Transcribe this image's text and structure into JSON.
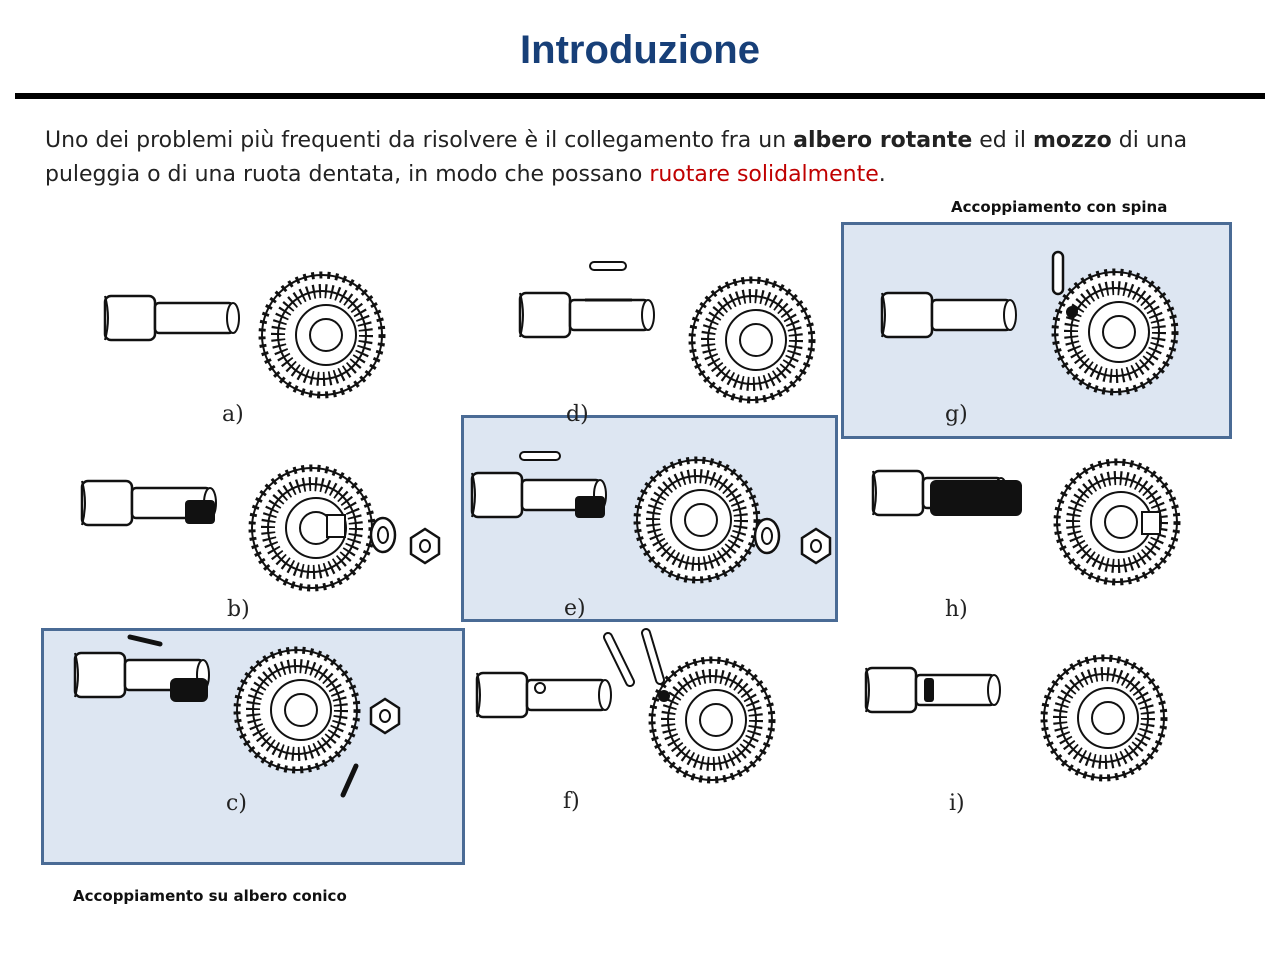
{
  "slide": {
    "title": "Introduzione",
    "intro": {
      "t1": "Uno dei problemi più frequenti da risolvere è il collegamento fra un ",
      "b1": "albero rotante",
      "t2": " ed il ",
      "b2": "mozzo",
      "t3": " di una puleggia o di una ruota dentata, in modo che possano ",
      "red": "ruotare solidalmente",
      "t4": "."
    },
    "captions": {
      "spina": "Accoppiamento con spina",
      "conico": "Accoppiamento su albero conico"
    },
    "figures": [
      {
        "id": "a",
        "label": "a)"
      },
      {
        "id": "b",
        "label": "b)"
      },
      {
        "id": "c",
        "label": "c)"
      },
      {
        "id": "d",
        "label": "d)"
      },
      {
        "id": "e",
        "label": "e)"
      },
      {
        "id": "f",
        "label": "f)"
      },
      {
        "id": "g",
        "label": "g)"
      },
      {
        "id": "h",
        "label": "h)"
      },
      {
        "id": "i",
        "label": "i)"
      }
    ],
    "colors": {
      "title": "#173f78",
      "highlight_fill": "#dde6f2",
      "highlight_border": "#4a6b95",
      "emphasis_red": "#c00000"
    }
  }
}
